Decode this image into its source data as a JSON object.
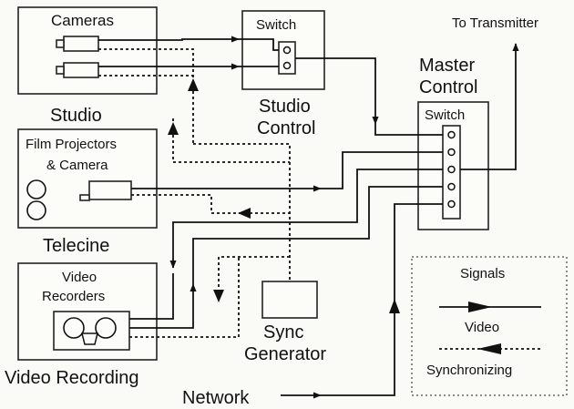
{
  "labels": {
    "cameras": "Cameras",
    "studio": "Studio",
    "switch_studio": "Switch",
    "studio_control": [
      "Studio",
      "Control"
    ],
    "to_transmitter": "To Transmitter",
    "master_control": [
      "Master",
      "Control"
    ],
    "switch_master": "Switch",
    "film_projectors": [
      "Film Projectors",
      "& Camera"
    ],
    "telecine": "Telecine",
    "video_recorders": [
      "Video",
      "Recorders"
    ],
    "video_recording": "Video Recording",
    "sync_generator": [
      "Sync",
      "Generator"
    ],
    "network": "Network"
  },
  "legend": {
    "title": "Signals",
    "video": "Video",
    "synchronizing": "Synchronizing"
  },
  "colors": {
    "ink": "#111111",
    "paper": "#fafaf7"
  }
}
